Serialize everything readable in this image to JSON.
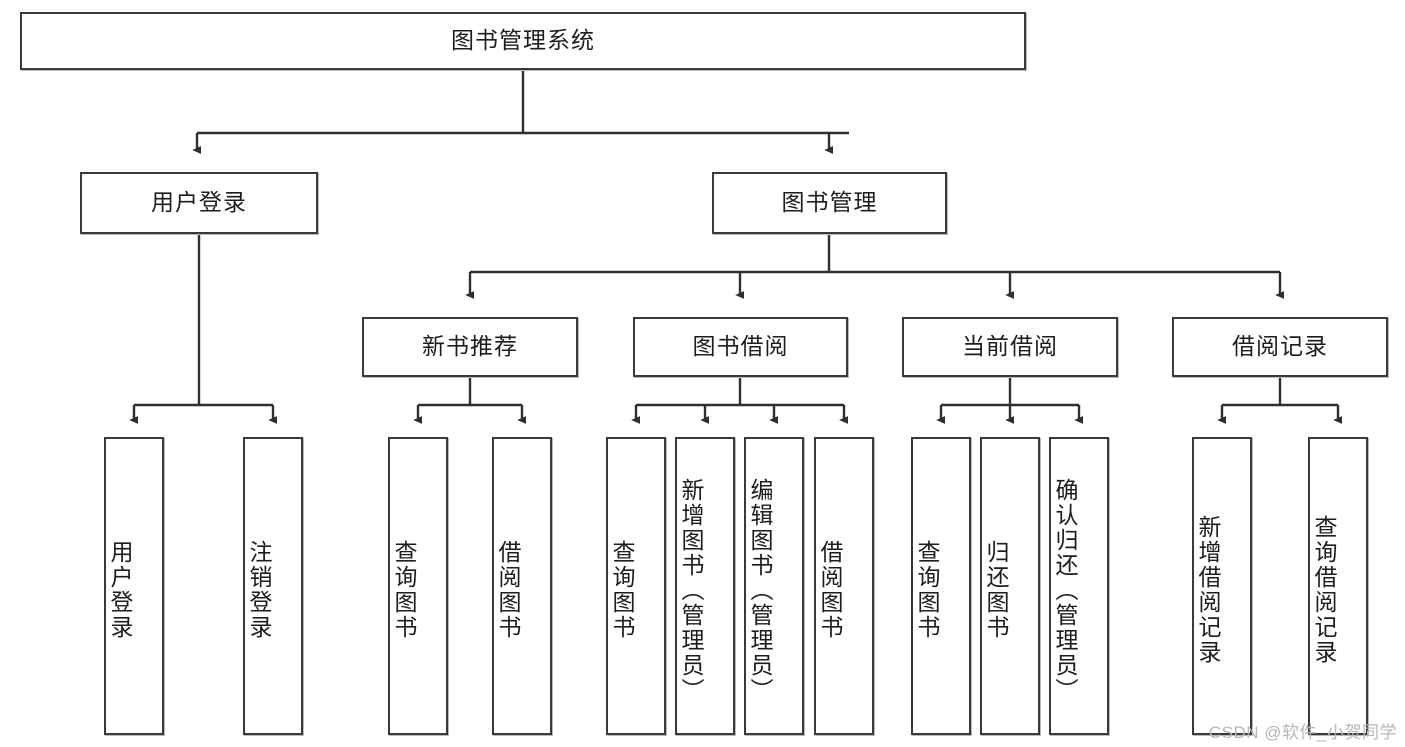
{
  "diagram": {
    "title_node": {
      "id": "root",
      "label": "图书管理系统"
    },
    "level2": [
      {
        "id": "user-login",
        "label": "用户登录"
      },
      {
        "id": "book-manage",
        "label": "图书管理"
      }
    ],
    "level3": [
      {
        "id": "new-book-recommend",
        "label": "新书推荐"
      },
      {
        "id": "book-borrow",
        "label": "图书借阅"
      },
      {
        "id": "current-borrow",
        "label": "当前借阅"
      },
      {
        "id": "borrow-record",
        "label": "借阅记录"
      }
    ],
    "leaves": [
      {
        "id": "leaf-user-login",
        "label": "用户登录",
        "parent": "user-login"
      },
      {
        "id": "leaf-logout-login",
        "label": "注销登录",
        "parent": "user-login"
      },
      {
        "id": "leaf-query-book-1",
        "label": "查询图书",
        "parent": "new-book-recommend"
      },
      {
        "id": "leaf-borrow-book-1",
        "label": "借阅图书",
        "parent": "new-book-recommend"
      },
      {
        "id": "leaf-query-book-2",
        "label": "查询图书",
        "parent": "book-borrow"
      },
      {
        "id": "leaf-add-book",
        "label": "新增图书（管理员）",
        "parent": "book-borrow"
      },
      {
        "id": "leaf-edit-book",
        "label": "编辑图书（管理员）",
        "parent": "book-borrow"
      },
      {
        "id": "leaf-borrow-book-2",
        "label": "借阅图书",
        "parent": "book-borrow"
      },
      {
        "id": "leaf-query-book-3",
        "label": "查询图书",
        "parent": "current-borrow"
      },
      {
        "id": "leaf-return-book",
        "label": "归还图书",
        "parent": "current-borrow"
      },
      {
        "id": "leaf-confirm-return",
        "label": "确认归还（管理员）",
        "parent": "current-borrow"
      },
      {
        "id": "leaf-add-record",
        "label": "新增借阅记录",
        "parent": "borrow-record"
      },
      {
        "id": "leaf-query-record",
        "label": "查询借阅记录",
        "parent": "borrow-record"
      }
    ]
  },
  "watermark": {
    "text": "CSDN @软件_小贺同学"
  },
  "colors": {
    "node_border": "#3a3a3a",
    "node_fill": "#ffffff",
    "edge": "#2f2f2f",
    "text": "#1d1d1d",
    "watermark": "#b6b6b6"
  }
}
